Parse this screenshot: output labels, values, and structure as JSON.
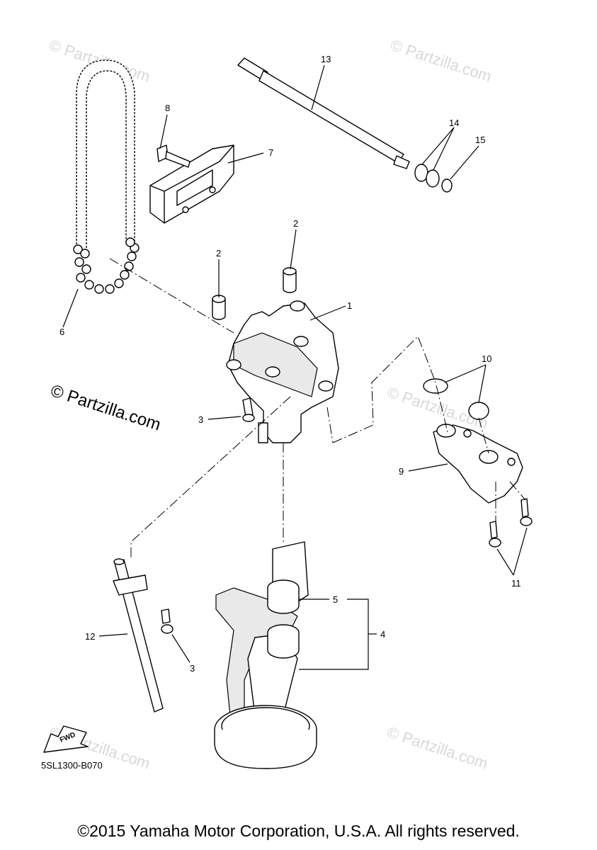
{
  "watermark_big": "© Partzilla.com",
  "watermark_faint": "© Partzilla.com",
  "callouts": {
    "c1": "1",
    "c2a": "2",
    "c2b": "2",
    "c3a": "3",
    "c3b": "3",
    "c4": "4",
    "c5": "5",
    "c6": "6",
    "c7": "7",
    "c8": "8",
    "c9": "9",
    "c10": "10",
    "c11": "11",
    "c12": "12",
    "c13": "13",
    "c14": "14",
    "c15": "15"
  },
  "fwd_label": "FWD",
  "diagram_code": "5SL1300-B070",
  "copyright": "©2015 Yamaha Motor Corporation, U.S.A. All rights reserved."
}
